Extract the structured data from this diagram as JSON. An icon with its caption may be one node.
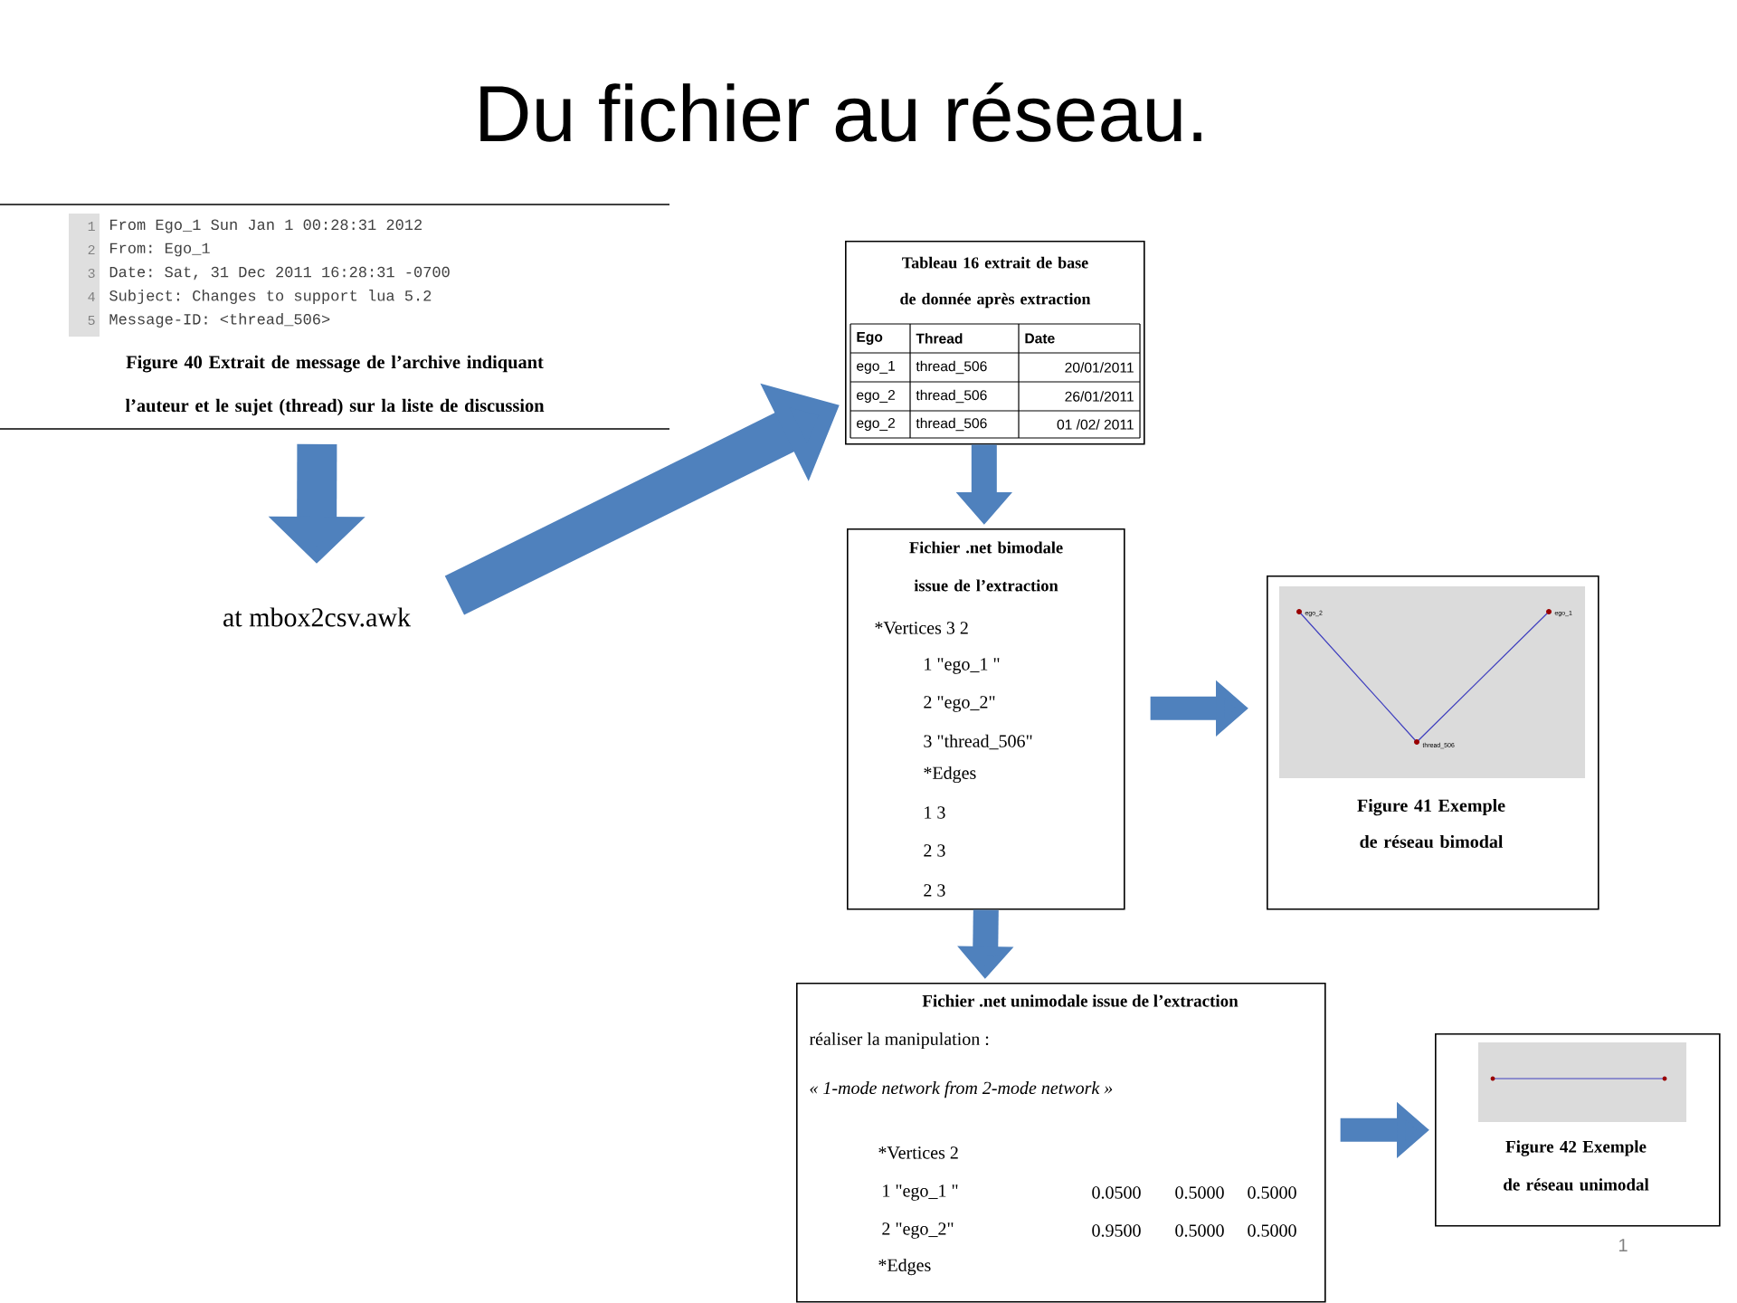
{
  "diagram": {
    "title": "Du fichier au réseau.",
    "nodes": [
      {
        "text": [
          "From Ego_1  Sun Jan  1 00:28:31 2012",
          "From: Ego_1",
          "Date: Sat, 31 Dec 2011 16:28:31 -0700",
          "Subject: Changes to support lua 5.2",
          "Message-ID: <thread_506>",
          "Figure 40 Extrait de message de l’archive indiquant l’auteur et le sujet (thread) sur la liste de discussion"
        ]
      },
      {
        "text": [
          "at mbox2csv.awk"
        ]
      },
      {
        "text": [
          "Tableau 16 extrait de base de donnée après extraction",
          "Ego",
          "Thread",
          "Date",
          "ego_1",
          "thread_506",
          "20/01/2011",
          "ego_2",
          "thread_506",
          "26/01/2011",
          "ego_2",
          "thread_506",
          "01 /02/ 2011"
        ]
      },
      {
        "text": [
          "Fichier .net bimodale issue de l’extraction",
          "*Vertices 3 2",
          "1 \"ego_1 \"",
          "2 \"ego_2\"",
          "3 \"thread_506\"",
          "*Edges",
          "1 3",
          "2 3",
          "2 3"
        ]
      },
      {
        "text": [
          "ego_2",
          "ego_1",
          "thread_506",
          "Figure 41 Exemple de réseau bimodal"
        ]
      },
      {
        "text": [
          "Fichier .net unimodale issue de l’extraction",
          "réaliser la manipulation :",
          "« 1-mode network from 2-mode network »",
          "*Vertices 2",
          "1 \"ego_1 \"",
          "0.0500",
          "0.5000",
          "0.5000",
          "2 \"ego_2\"",
          "0.9500",
          "0.5000",
          "0.5000",
          "*Edges"
        ]
      },
      {
        "text": [
          "Figure 42 Exemple de réseau unimodal"
        ]
      }
    ],
    "edges": [
      {
        "from": 0,
        "to": 1,
        "arrow": "to"
      },
      {
        "from": 1,
        "to": 2,
        "arrow": "to"
      },
      {
        "from": 2,
        "to": 3,
        "arrow": "to"
      },
      {
        "from": 3,
        "to": 4,
        "arrow": "to"
      },
      {
        "from": 3,
        "to": 5,
        "arrow": "to"
      },
      {
        "from": 5,
        "to": 6,
        "arrow": "to"
      }
    ],
    "labels": [
      "1",
      "2",
      "3",
      "4",
      "5",
      "1"
    ]
  }
}
